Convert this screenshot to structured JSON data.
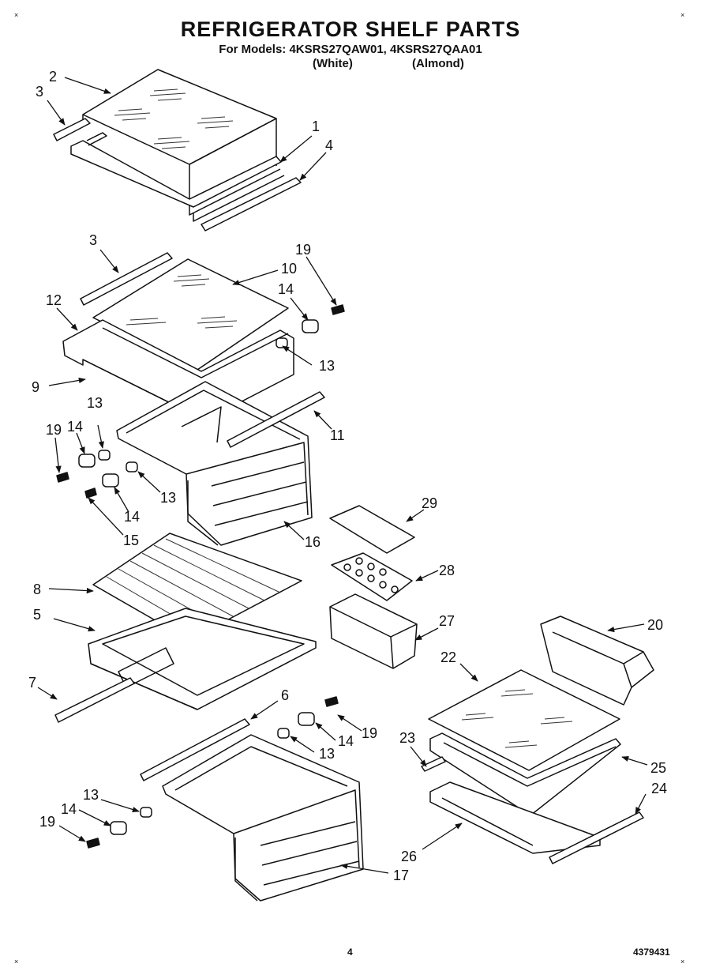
{
  "page": {
    "title": "REFRIGERATOR SHELF PARTS",
    "models_line": "For Models: 4KSRS27QAW01, 4KSRS27QAA01",
    "variant_white": "(White)",
    "variant_almond": "(Almond)",
    "page_number": "4",
    "doc_number": "4379431",
    "corner_mark": "×"
  },
  "callouts": [
    "1",
    "2",
    "3",
    "3",
    "4",
    "5",
    "6",
    "7",
    "8",
    "9",
    "10",
    "11",
    "12",
    "13",
    "13",
    "13",
    "13",
    "13",
    "14",
    "14",
    "14",
    "14",
    "14",
    "15",
    "16",
    "17",
    "19",
    "19",
    "19",
    "19",
    "20",
    "22",
    "23",
    "24",
    "25",
    "26",
    "27",
    "28",
    "29"
  ]
}
